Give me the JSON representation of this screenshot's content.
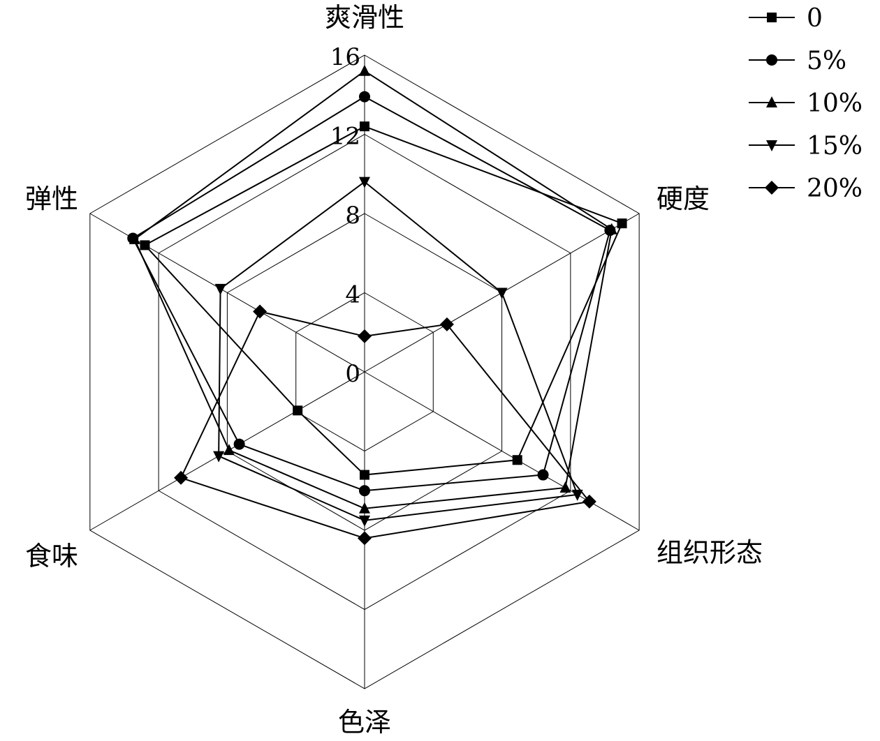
{
  "chart_data": {
    "type": "radar",
    "axes": [
      "爽滑性",
      "硬度",
      "组织形态",
      "色泽",
      "食味",
      "弹性"
    ],
    "rlim": [
      0,
      16
    ],
    "ticks": [
      "0",
      "4",
      "8",
      "12",
      "16"
    ],
    "tick_values": [
      0,
      4,
      8,
      12,
      16
    ],
    "legend_position": "top-right",
    "series": [
      {
        "name": "0",
        "marker": "square",
        "values": [
          12.4,
          15.0,
          8.9,
          5.2,
          3.9,
          12.8
        ]
      },
      {
        "name": "5%",
        "marker": "circle",
        "values": [
          13.9,
          14.3,
          10.4,
          6.0,
          7.3,
          13.5
        ]
      },
      {
        "name": "10%",
        "marker": "triangle-up",
        "values": [
          15.2,
          14.4,
          11.7,
          6.9,
          7.9,
          13.4
        ]
      },
      {
        "name": "15%",
        "marker": "triangle-down",
        "values": [
          9.6,
          8.0,
          12.4,
          7.5,
          8.5,
          8.4
        ]
      },
      {
        "name": "20%",
        "marker": "diamond",
        "values": [
          1.8,
          4.8,
          13.1,
          8.4,
          10.7,
          6.1
        ]
      }
    ]
  }
}
